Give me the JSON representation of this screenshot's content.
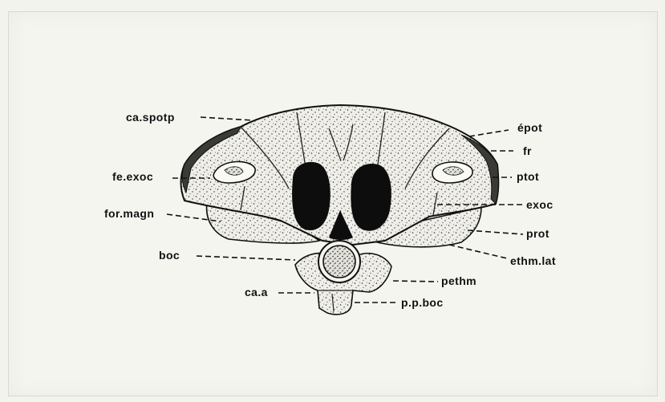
{
  "figure": {
    "labels": {
      "ca_spotp": "ca.spotp",
      "epot": "épot",
      "fr": "fr",
      "fe_exoc": "fe.exoc",
      "ptot": "ptot",
      "exoc": "exoc",
      "for_magn": "for.magn",
      "prot": "prot",
      "boc": "boc",
      "ethm_lat": "ethm.lat",
      "pethm": "pethm",
      "ca_a": "ca.a",
      "pp_boc": "p.p.boc"
    }
  }
}
